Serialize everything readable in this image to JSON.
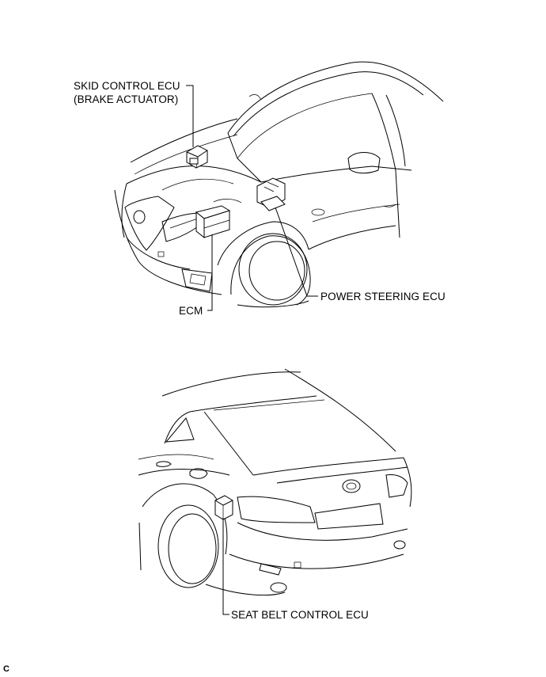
{
  "labels": {
    "skid_control_ecu": "SKID CONTROL ECU",
    "brake_actuator": "(BRAKE ACTUATOR)",
    "ecm": "ECM",
    "power_steering_ecu": "POWER STEERING ECU",
    "seat_belt_control_ecu": "SEAT BELT CONTROL ECU"
  },
  "figure_code": "C"
}
